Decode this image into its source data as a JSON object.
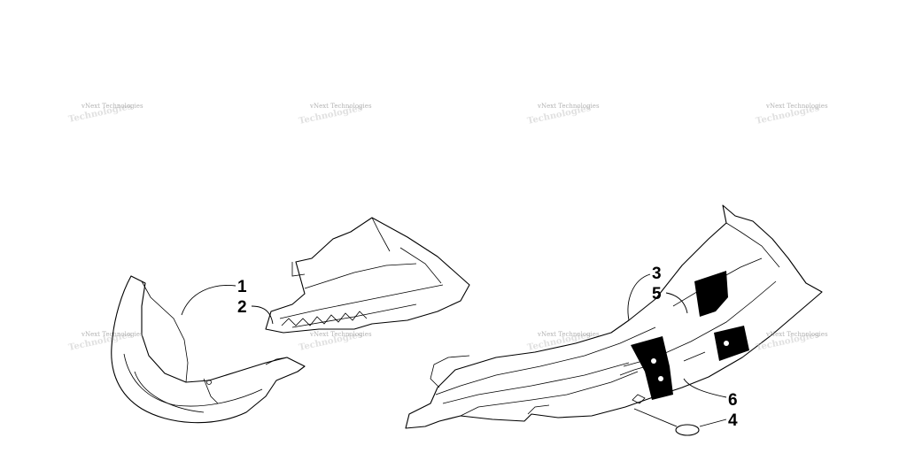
{
  "watermark": {
    "text": "vNext Technologies"
  },
  "callouts": [
    {
      "id": "1",
      "label": "1"
    },
    {
      "id": "2",
      "label": "2"
    },
    {
      "id": "3",
      "label": "3"
    },
    {
      "id": "4",
      "label": "4"
    },
    {
      "id": "5",
      "label": "5"
    },
    {
      "id": "6",
      "label": "6"
    }
  ]
}
